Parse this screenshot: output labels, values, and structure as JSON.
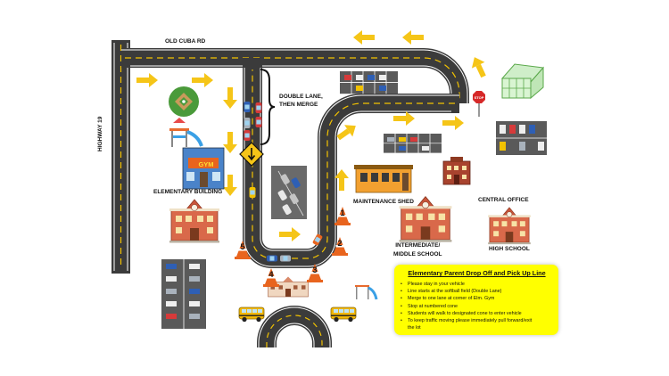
{
  "map": {
    "labels": {
      "old_cuba_rd": "OLD CUBA RD",
      "highway_19": "HIGHWAY 19",
      "double_lane": [
        "DOUBLE LANE,",
        "THEN MERGE"
      ],
      "gym": "GYM",
      "elementary_building": "ELEMENTARY BUILDING",
      "maintenance_shed": "MAINTENANCE SHED",
      "central_office": "CENTRAL OFFICE",
      "intermediate_middle": [
        "INTERMEDIATE/",
        "MIDDLE SCHOOL"
      ],
      "high_school": "HIGH SCHOOL",
      "stop_sign": "STOP"
    },
    "cones": [
      "1",
      "2",
      "3",
      "4",
      "5"
    ],
    "colors": {
      "road": "#3b3b3b",
      "road_edge": "#ffffff",
      "center_line": "#f2c200",
      "arrow": "#f5c518",
      "cone": "#e8641e",
      "brick": "#d9694a",
      "parking_lot": "#5a5a5a",
      "info_box": "#ffff00"
    },
    "icons": [
      "baseball-field-icon",
      "playground-icon",
      "gym-building-icon",
      "school-building-icon",
      "greenhouse-icon",
      "stop-sign-icon",
      "merge-warning-sign-icon",
      "school-bus-icon",
      "traffic-cone-icon",
      "parking-lot-icon",
      "car-icon"
    ]
  },
  "info_box": {
    "title": "Elementary Parent Drop Off and Pick Up Line",
    "items": [
      "Please stay in your vehicle",
      "Line starts at the softball field (Double Lane)",
      "Merge to one lane at corner of Elm. Gym",
      "Stop at numbered cone",
      "Students will walk to designated cone to enter vehicle",
      "To keep traffic moving please immediately pull forward/exit",
      "the lot"
    ]
  }
}
